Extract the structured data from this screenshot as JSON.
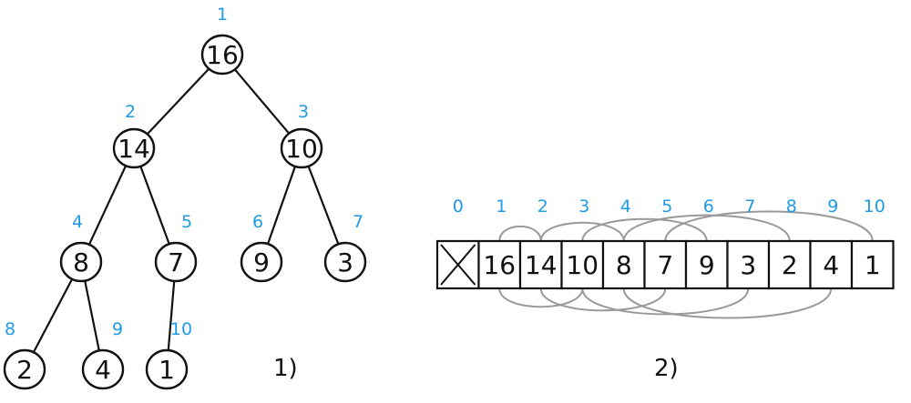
{
  "colors": {
    "stroke": "#111111",
    "index": "#1e9be6",
    "link": "#9a9a9a"
  },
  "tree": {
    "nodes": [
      {
        "index": "1",
        "value": "16"
      },
      {
        "index": "2",
        "value": "14"
      },
      {
        "index": "3",
        "value": "10"
      },
      {
        "index": "4",
        "value": "8"
      },
      {
        "index": "5",
        "value": "7"
      },
      {
        "index": "6",
        "value": "9"
      },
      {
        "index": "7",
        "value": "3"
      },
      {
        "index": "8",
        "value": "2"
      },
      {
        "index": "9",
        "value": "4"
      },
      {
        "index": "10",
        "value": "1"
      }
    ],
    "caption": "1)"
  },
  "array": {
    "indices": [
      "0",
      "1",
      "2",
      "3",
      "4",
      "5",
      "6",
      "7",
      "8",
      "9",
      "10"
    ],
    "values": [
      "",
      "16",
      "14",
      "10",
      "8",
      "7",
      "9",
      "3",
      "2",
      "4",
      "1"
    ],
    "caption": "2)"
  }
}
